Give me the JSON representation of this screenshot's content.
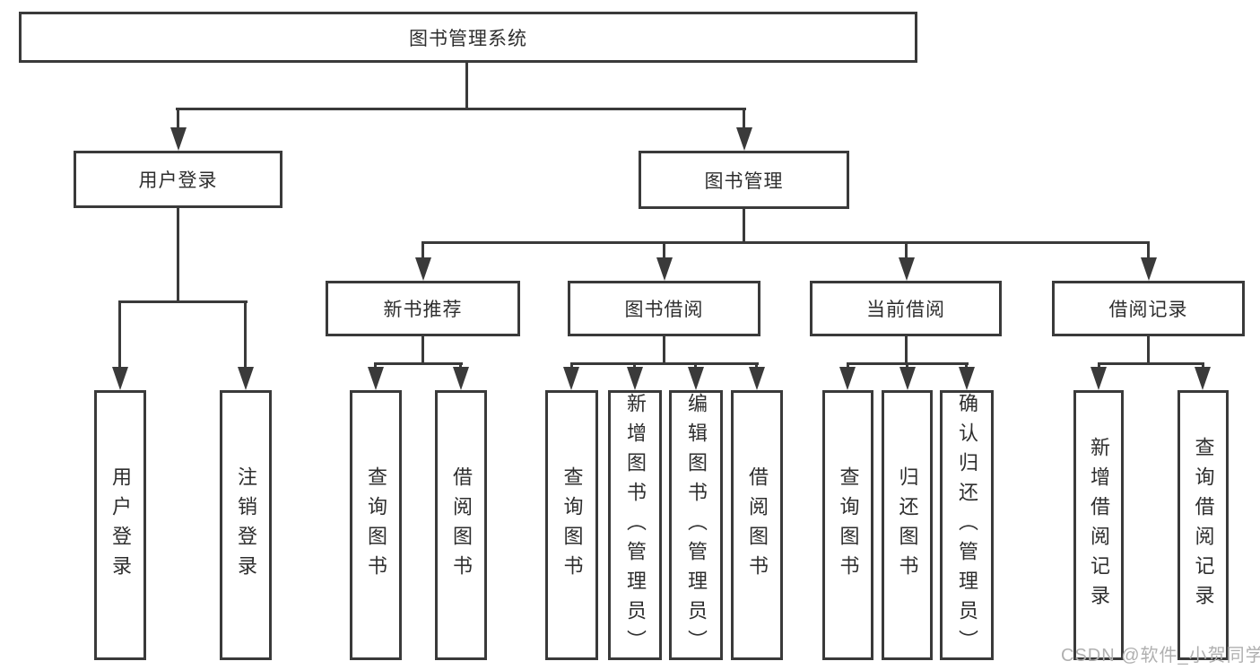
{
  "tree": {
    "root": {
      "label": "图书管理系统",
      "children": [
        {
          "label": "用户登录",
          "children": [
            {
              "label": "用户登录"
            },
            {
              "label": "注销登录"
            }
          ]
        },
        {
          "label": "图书管理",
          "children": [
            {
              "label": "新书推荐",
              "children": [
                {
                  "label": "查询图书"
                },
                {
                  "label": "借阅图书"
                }
              ]
            },
            {
              "label": "图书借阅",
              "children": [
                {
                  "label": "查询图书"
                },
                {
                  "label": "新增图书（管理员）"
                },
                {
                  "label": "编辑图书（管理员）"
                },
                {
                  "label": "借阅图书"
                }
              ]
            },
            {
              "label": "当前借阅",
              "children": [
                {
                  "label": "查询图书"
                },
                {
                  "label": "归还图书"
                },
                {
                  "label": "确认归还（管理员）"
                }
              ]
            },
            {
              "label": "借阅记录",
              "children": [
                {
                  "label": "新增借阅记录"
                },
                {
                  "label": "查询借阅记录"
                }
              ]
            }
          ]
        }
      ]
    }
  },
  "watermark": {
    "text": "CSDN @软件_小贺同学"
  },
  "colors": {
    "background": "#ffffff",
    "line": "#3a3a3a",
    "text": "#2e2e2e",
    "watermark": "#b0b0b0"
  }
}
